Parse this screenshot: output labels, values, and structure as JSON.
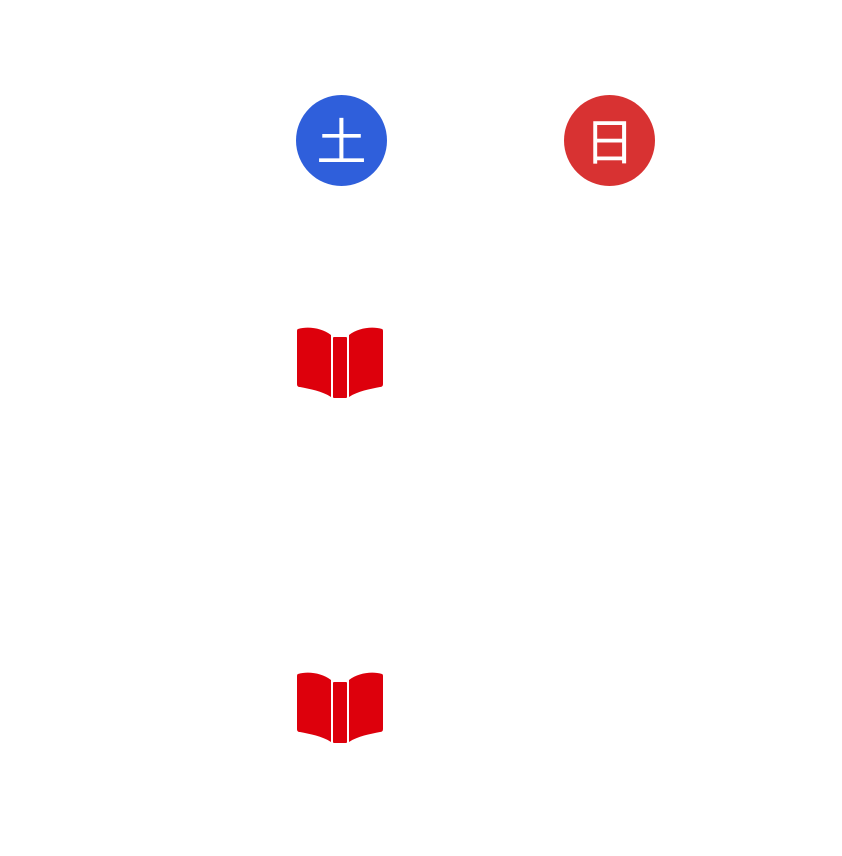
{
  "badges": {
    "saturday": {
      "label": "土",
      "color": "#2f5fdb",
      "icon": "saturday-badge"
    },
    "sunday": {
      "label": "日",
      "color": "#d83232",
      "icon": "sunday-badge"
    }
  },
  "icons": {
    "book_color": "#dd000c",
    "book_icon_name": "open-book-icon"
  }
}
